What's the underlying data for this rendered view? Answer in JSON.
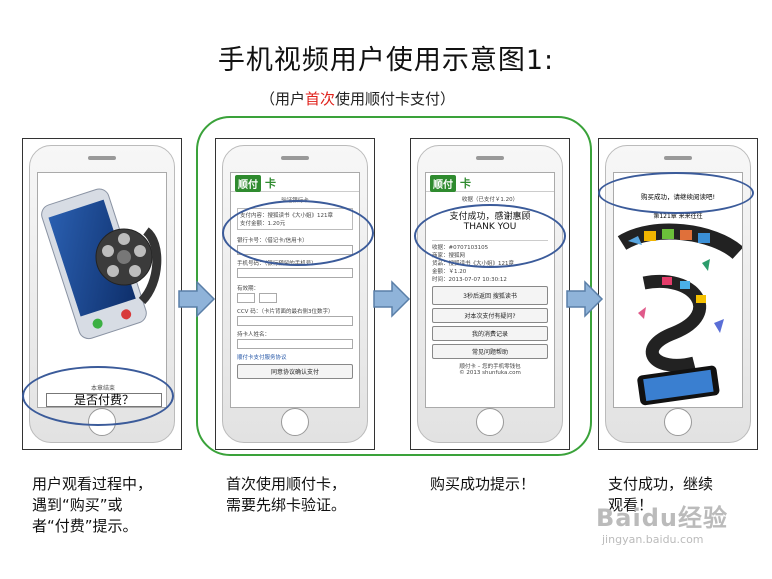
{
  "title": "手机视频用户使用示意图1:",
  "subtitle": {
    "open": "（用户",
    "highlight": "首次",
    "rest": "使用顺付卡支付）"
  },
  "panel1": {
    "section_label": "本章结束",
    "prompt": "是否付费？"
  },
  "panel2": {
    "brand": "顺付",
    "brand_suffix": "卡",
    "header": "验证银行卡",
    "order_line1": "支付内容：搜狐读书《大小姐》121章",
    "order_line2": "支付金额：1.20元",
    "card_no_label": "银行卡号：（借记卡/信用卡）",
    "phone_label": "手机号码：（银行预留的手机号）",
    "expiry_label": "有效期：",
    "cvv_label": "CCV 码：（卡片背面的最右侧3位数字）",
    "holder_label": "持卡人姓名：",
    "agreement_link": "顺付卡支付服务协议",
    "confirm_button": "同意协议确认支付"
  },
  "panel3": {
    "brand": "顺付",
    "brand_suffix": "卡",
    "receipt_header": "收据（已支付￥1.20）",
    "success_cn": "支付成功，感谢惠顾",
    "success_en": "THANK YOU",
    "receipt_lines": [
      "收据：#0707103105",
      "商家：搜狐网",
      "货品：搜狐读书《大小姐》121章",
      "金额：￥1.20",
      "时间：2013-07-07 10:30:12"
    ],
    "return_button": "3秒后返回 搜狐读书",
    "help_links": [
      "对本次支付有疑问?",
      "我的消费记录",
      "常见问题帮助"
    ],
    "footer_line1": "顺付卡 – 您的手机零钱包",
    "footer_line2": "© 2013 shunfuka.com"
  },
  "panel4": {
    "notice": "购买成功，请继续阅读吧!",
    "chapter": "第121章 来来往往"
  },
  "captions": {
    "c1": [
      "用户观看过程中，",
      "遇到“购买”或",
      "者“付费”提示。"
    ],
    "c2": [
      "首次使用顺付卡，",
      "需要先绑卡验证。"
    ],
    "c3": [
      "购买成功提示！"
    ],
    "c4": [
      "支付成功，继续",
      "观看！"
    ]
  },
  "watermark": {
    "brand": "Baidu经验",
    "url": "jingyan.baidu.com"
  },
  "colors": {
    "green_frame": "#3aa23a",
    "ellipse": "#3b5b9a",
    "arrow_fill": "#8fb3d9",
    "arrow_stroke": "#5a7fa8",
    "subtitle_highlight": "#e0221c",
    "brand_green": "#2f8b2f"
  }
}
